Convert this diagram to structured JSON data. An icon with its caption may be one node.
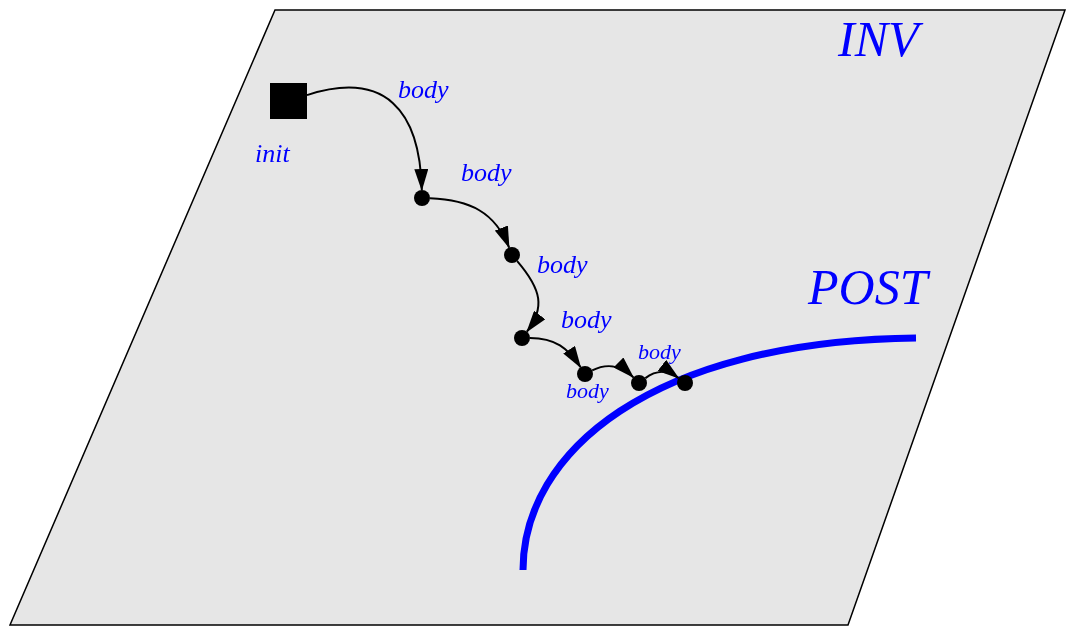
{
  "diagram": {
    "nodes": [
      {
        "text": [
          "INV"
        ]
      },
      {
        "text": [
          "POST"
        ],
        "in": 0
      },
      {
        "text": [
          "init"
        ],
        "in": 0
      },
      {
        "text": [],
        "shape": "circle",
        "in": 0
      },
      {
        "text": [],
        "shape": "circle",
        "in": 0
      },
      {
        "text": [],
        "shape": "circle",
        "in": 0
      },
      {
        "text": [],
        "shape": "circle",
        "in": 0
      },
      {
        "text": [],
        "shape": "circle",
        "in": 0
      },
      {
        "text": [],
        "shape": "circle",
        "in": 0
      }
    ],
    "edges": [
      {
        "from": 2,
        "to": 3,
        "arrow": "to",
        "label": "body"
      },
      {
        "from": 3,
        "to": 4,
        "arrow": "to",
        "label": "body"
      },
      {
        "from": 4,
        "to": 5,
        "arrow": "to",
        "label": "body"
      },
      {
        "from": 5,
        "to": 6,
        "arrow": "to",
        "label": "body"
      },
      {
        "from": 6,
        "to": 7,
        "arrow": "to",
        "label": "body"
      },
      {
        "from": 7,
        "to": 8,
        "arrow": "to",
        "label": "body"
      }
    ]
  }
}
